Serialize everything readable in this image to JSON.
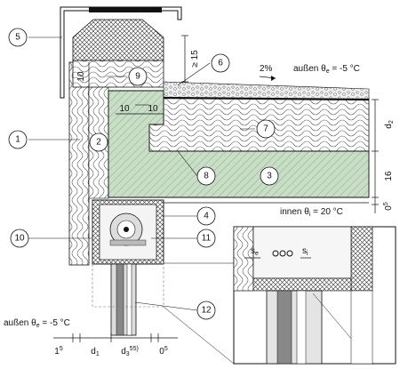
{
  "callouts": [
    {
      "id": "c1",
      "text": "1"
    },
    {
      "id": "c2",
      "text": "2"
    },
    {
      "id": "c3",
      "text": "3"
    },
    {
      "id": "c4",
      "text": "4"
    },
    {
      "id": "c5",
      "text": "5"
    },
    {
      "id": "c6",
      "text": "6"
    },
    {
      "id": "c7",
      "text": "7"
    },
    {
      "id": "c8",
      "text": "8"
    },
    {
      "id": "c9",
      "text": "9"
    },
    {
      "id": "c10",
      "text": "10"
    },
    {
      "id": "c11",
      "text": "11"
    },
    {
      "id": "c12",
      "text": "12"
    }
  ],
  "labels": {
    "slope": "2%",
    "outside_top": "außen   θ",
    "outside_top_sub": "e",
    "outside_top_val": " = -5 °C",
    "inside": "innen    θ",
    "inside_sub": "i",
    "inside_val": " = 20 °C",
    "outside_bottom": "außen   θ",
    "outside_bottom_sub": "e",
    "outside_bottom_val": " = -5 °C"
  },
  "dimensions": {
    "min15": "≥ 15",
    "wall10": "10",
    "step10a": "10",
    "step10b": "10",
    "d2": "d",
    "d2_sub": "2",
    "slab16": "16",
    "e05": "0",
    "e05_sup": "5",
    "b15": "1",
    "b15_sup": "5",
    "d1": "d",
    "d1_sub": "1",
    "d3": "d",
    "d3_sub": "3",
    "d3_sup": "55)",
    "b05": "0",
    "b05_sup": "5",
    "se": "s",
    "se_sub": "e",
    "si": "s",
    "si_sub": "i"
  },
  "colors": {
    "concrete": "#c9dec6",
    "insulation": "#ffffff",
    "gravel": "#e6e6e6",
    "line": "#111111"
  }
}
